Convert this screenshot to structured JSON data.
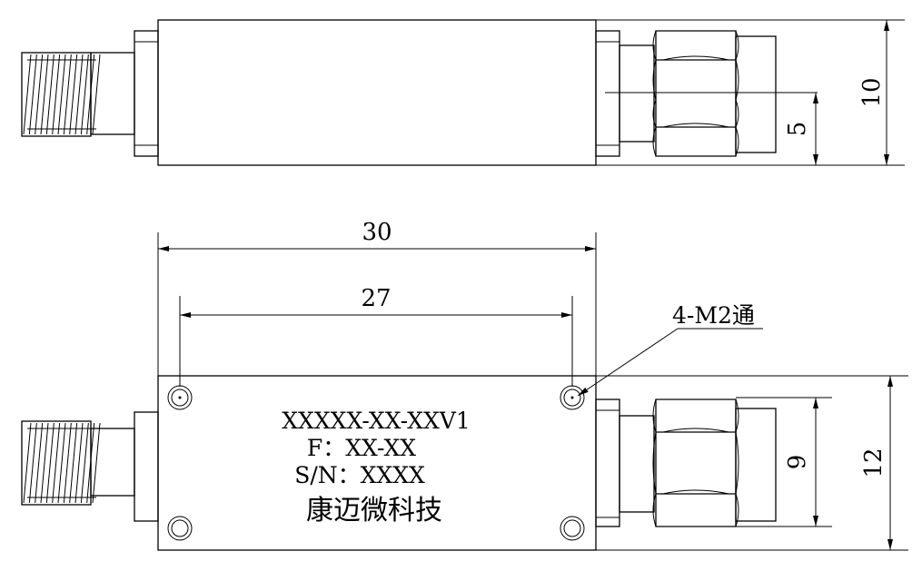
{
  "dimensions": {
    "top_height_outer": "10",
    "top_height_inner": "5",
    "bottom_width_outer": "30",
    "bottom_width_holes": "27",
    "bottom_height_outer": "12",
    "bottom_height_inner": "9"
  },
  "callout": {
    "holes": "4-M2通"
  },
  "label": {
    "model": "XXXXX-XX-XXV1",
    "frequency": "F：XX-XX",
    "serial": "S/N：XXXX",
    "company": "康迈微科技"
  }
}
